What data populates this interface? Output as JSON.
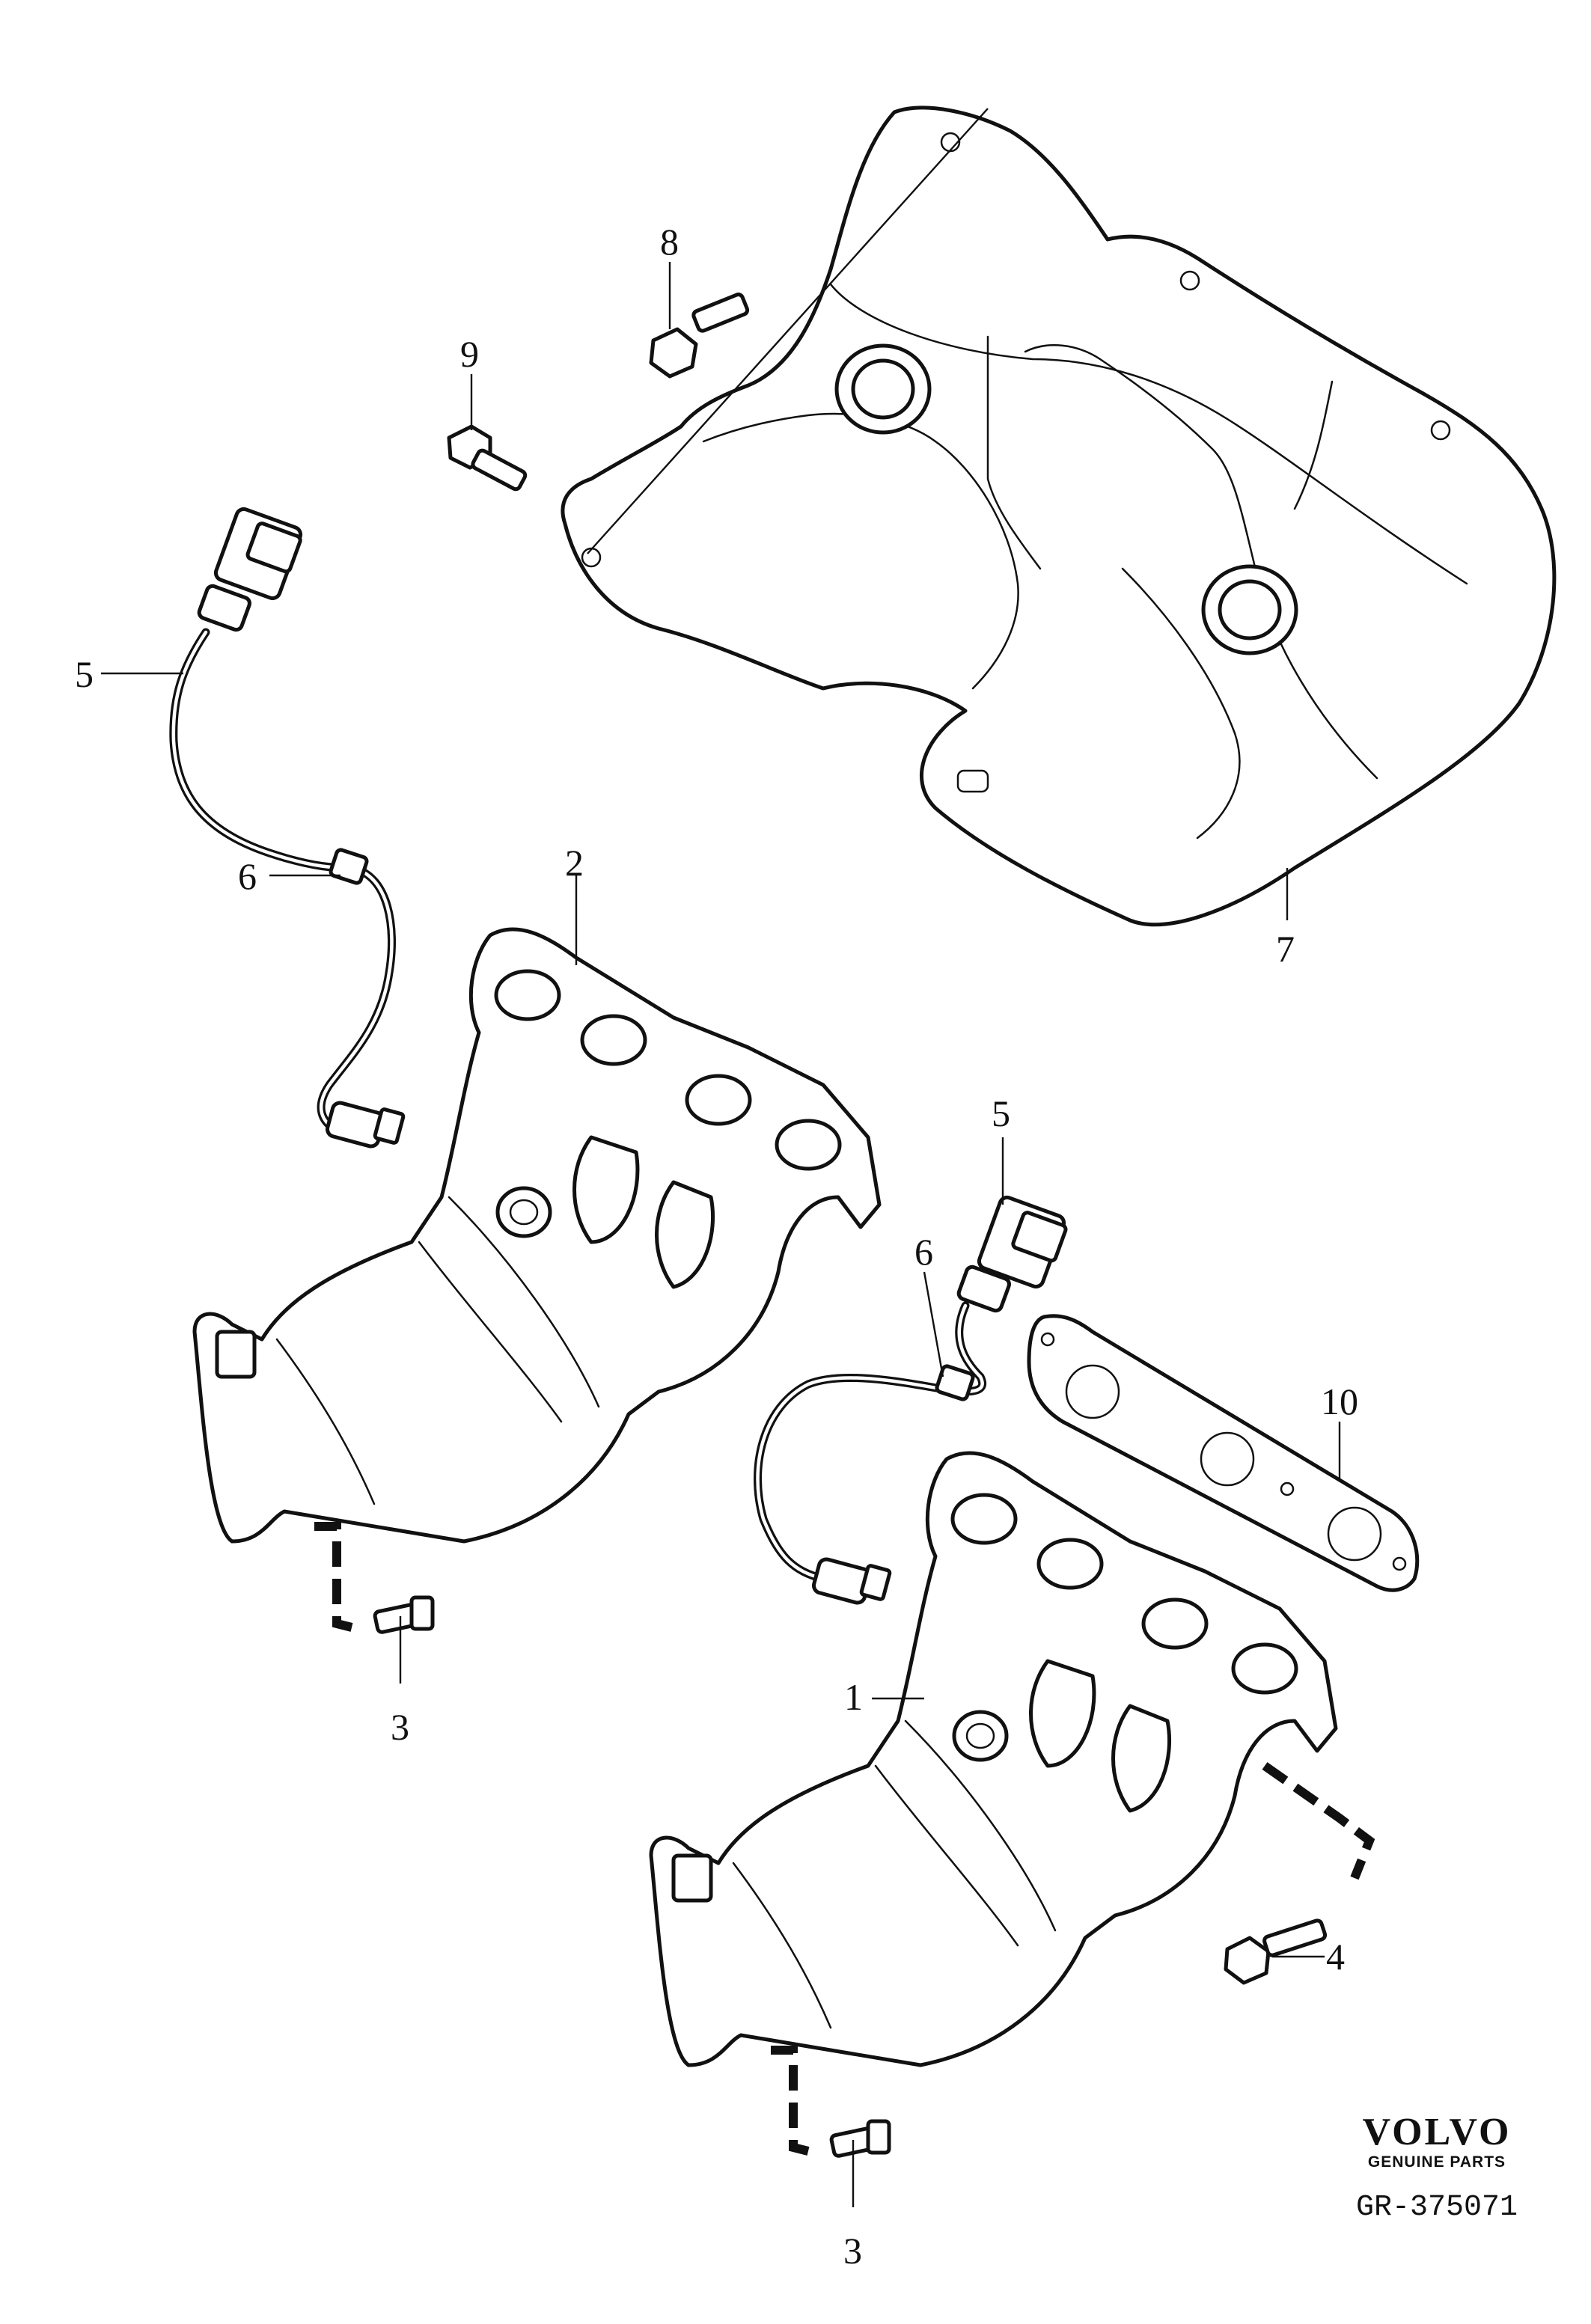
{
  "brand": {
    "name": "VOLVO",
    "subtitle": "GENUINE PARTS"
  },
  "diagram_id": "GR-375071",
  "callouts": [
    "1",
    "2",
    "3",
    "3",
    "4",
    "5",
    "5",
    "6",
    "6",
    "7",
    "8",
    "9",
    "10"
  ]
}
